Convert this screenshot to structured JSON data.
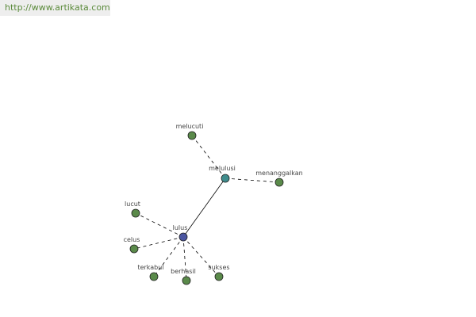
{
  "banner": {
    "url": "http://www.artikata.com"
  },
  "colors": {
    "background": "#ffffff",
    "banner_bg": "#eeeeee",
    "banner_text": "#5a8a3a",
    "node_green": "#5a8a4a",
    "node_teal": "#3f8c8c",
    "node_blue": "#4a55a0",
    "node_stroke": "#222222",
    "edge": "#000000",
    "label": "#444444"
  },
  "graph": {
    "nodes": [
      {
        "id": "lulus",
        "label": "lulus",
        "kind": "blue"
      },
      {
        "id": "melulusi",
        "label": "melulusi",
        "kind": "teal"
      },
      {
        "id": "melucuti",
        "label": "melucuti",
        "kind": "green"
      },
      {
        "id": "menanggalkan",
        "label": "menanggalkan",
        "kind": "green"
      },
      {
        "id": "lucut",
        "label": "lucut",
        "kind": "green"
      },
      {
        "id": "celus",
        "label": "celus",
        "kind": "green"
      },
      {
        "id": "terkabul",
        "label": "terkabul",
        "kind": "green"
      },
      {
        "id": "berhasil",
        "label": "berhasil",
        "kind": "green"
      },
      {
        "id": "sukses",
        "label": "sukses",
        "kind": "green"
      }
    ],
    "edges": [
      {
        "from": "lulus",
        "to": "melulusi",
        "style": "solid"
      },
      {
        "from": "melulusi",
        "to": "melucuti",
        "style": "dashed"
      },
      {
        "from": "melulusi",
        "to": "menanggalkan",
        "style": "dashed"
      },
      {
        "from": "lulus",
        "to": "lucut",
        "style": "dashed"
      },
      {
        "from": "lulus",
        "to": "celus",
        "style": "dashed"
      },
      {
        "from": "lulus",
        "to": "terkabul",
        "style": "dashed"
      },
      {
        "from": "lulus",
        "to": "berhasil",
        "style": "dashed"
      },
      {
        "from": "lulus",
        "to": "sukses",
        "style": "dashed"
      }
    ]
  }
}
